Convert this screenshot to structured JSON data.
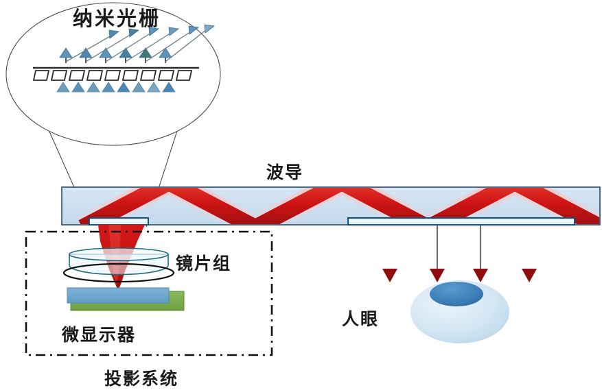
{
  "diagram": {
    "title_visible": false,
    "type": "ar-waveguide-optical-schematic"
  },
  "labels": {
    "nano_grating": "纳米光栅",
    "waveguide": "波导",
    "lens_group": "镜片组",
    "microdisplay": "微显示器",
    "projection_system": "投影系统",
    "human_eye": "人眼"
  },
  "colors": {
    "beam_red": "#cc1111",
    "beam_red_dark": "#8f0d0d",
    "waveguide_fill": "#cfe0f0",
    "waveguide_stroke": "#2c4a63",
    "grating_stroke": "#1b6ca8",
    "grating_fill": "#e8f4fb",
    "eye_sclera": "#d5e8f5",
    "eye_iris": "#3a7cb5",
    "display_green": "#7aab4c",
    "display_blue": "#6ba5ce",
    "lens_stroke": "#1f4f63",
    "arrow_blue": "#4a7fa5",
    "arrow_gray": "#b9c3c9",
    "callout_line": "#3a3a3a",
    "dashed_box": "#111111",
    "eye_arrow": "#8f0d0d",
    "eye_arrow_shaft": "#e8a8a8"
  },
  "magnifier": {
    "name": "nano-grating-magnified-view",
    "grating_teeth_count": 9,
    "incoming_arrows_count": 8,
    "vertical_out_arrows_count": 6,
    "diagonal_out_arrows_count": 6
  },
  "waveguide": {
    "in_coupler_name": "input-coupling-grating",
    "out_coupler_name": "output-coupling-grating",
    "bounce_count": 4
  },
  "eye_arrows": {
    "count": 4
  },
  "projection_system": {
    "lens_count": 2,
    "display_layers": [
      "green-substrate",
      "blue-panel"
    ]
  }
}
